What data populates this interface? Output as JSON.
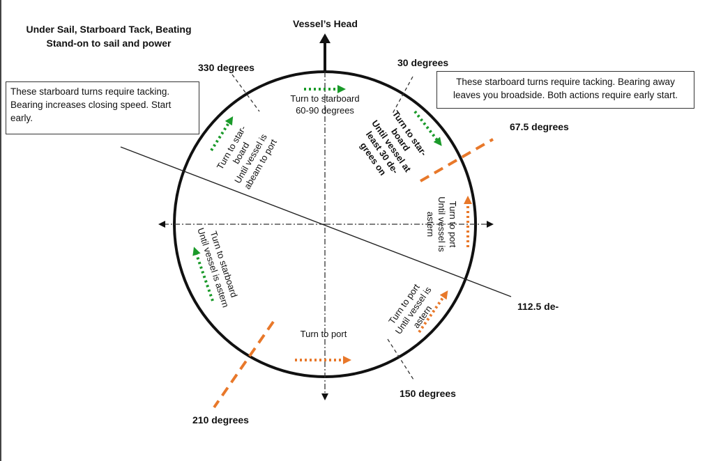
{
  "title": {
    "line1": "Under Sail, Starboard Tack, Beating",
    "line2": "Stand-on to sail and power"
  },
  "vessel_head_label": "Vessel’s Head",
  "bearings": {
    "b330": "330 degrees",
    "b30": "30 degrees",
    "b67": "67.5 degrees",
    "b112": "112.5 de-",
    "b150": "150 degrees",
    "b210": "210 degrees"
  },
  "notes": {
    "left": "These starboard turns require tacking. Bearing increases closing speed. Start early.",
    "right": "These starboard turns require tacking. Bearing away leaves you broadside. Both actions require early start."
  },
  "sectors": {
    "ahead": {
      "line1": "Turn to starboard",
      "line2": "60-90 degrees",
      "arrow_color": "green"
    },
    "port_bow": {
      "line1": "Turn to star-",
      "line2": "board",
      "line3": "Until vessel is",
      "line4": "abeam to port",
      "arrow_color": "green"
    },
    "stbd_bow": {
      "line1": "Turn to star-",
      "line2": "board",
      "line3": "Until vessel at",
      "line4": "least 30 de-",
      "line5": "grees on",
      "arrow_color": "green"
    },
    "stbd_beam": {
      "line1": "Turn to port",
      "line2": "Until vessel is",
      "line3": "astern",
      "arrow_color": "orange"
    },
    "stbd_quarter": {
      "line1": "Turn to port",
      "line2": "Until vessel is",
      "line3": "astern",
      "arrow_color": "orange"
    },
    "astern": {
      "line1": "Turn to port",
      "arrow_color": "orange"
    },
    "port_beam": {
      "line1": "Turn to starboard",
      "line2": "Until vessel is astern",
      "arrow_color": "green"
    }
  },
  "colors": {
    "green": "#1a9a2a",
    "orange": "#e8782a",
    "line": "#111111"
  }
}
